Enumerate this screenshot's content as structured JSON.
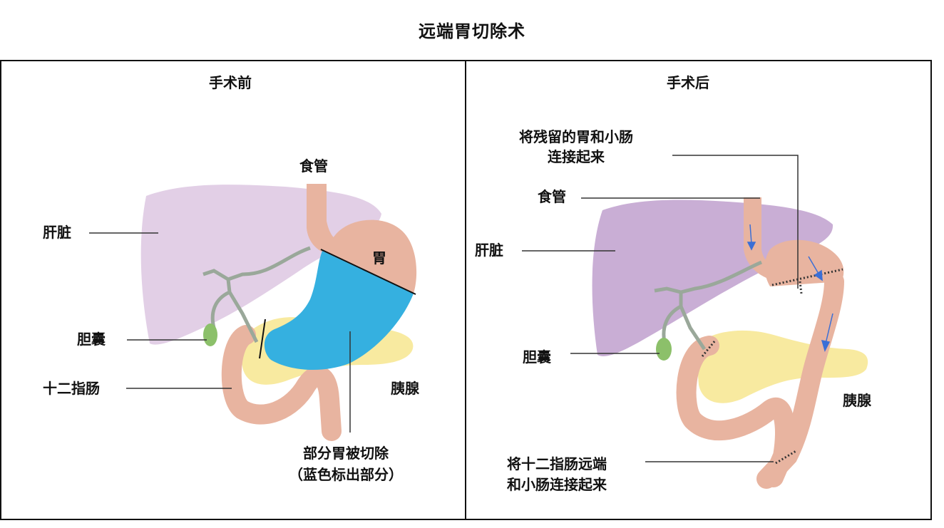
{
  "title": "远端胃切除术",
  "before": {
    "heading": "手术前",
    "labels": {
      "esophagus": "食管",
      "liver": "肝脏",
      "stomach": "胃",
      "gallbladder": "胆囊",
      "duodenum": "十二指肠",
      "pancreas": "胰腺",
      "resected_line1": "部分胃被切除",
      "resected_line2": "（蓝色标出部分）"
    }
  },
  "after": {
    "heading": "手术后",
    "labels": {
      "connect_line1": "将残留的胃和小肠",
      "connect_line2": "连接起来",
      "esophagus": "食管",
      "liver": "肝脏",
      "gallbladder": "胆囊",
      "pancreas": "胰腺",
      "duo_line1": "将十二指肠远端",
      "duo_line2": "和小肠连接起来"
    }
  },
  "colors": {
    "liver_before": "#e2cfe6",
    "liver_after": "#c9aed5",
    "stomach": "#e8b4a0",
    "resected": "#35b0e0",
    "pancreas": "#f8eaa0",
    "bile": "#9aa89a",
    "gallbladder": "#8cc06a",
    "arrow": "#3b6fd6"
  }
}
